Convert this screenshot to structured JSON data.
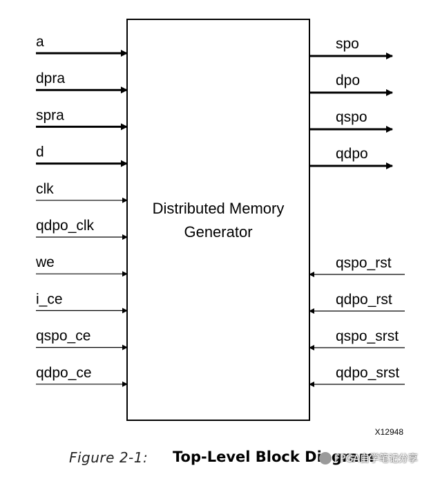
{
  "block": {
    "title_line1": "Distributed Memory",
    "title_line2": "Generator"
  },
  "inputs_left": [
    {
      "label": "a",
      "bus": true
    },
    {
      "label": "dpra",
      "bus": true
    },
    {
      "label": "spra",
      "bus": true
    },
    {
      "label": "d",
      "bus": true
    },
    {
      "label": "clk",
      "bus": false
    },
    {
      "label": "qdpo_clk",
      "bus": false
    },
    {
      "label": "we",
      "bus": false
    },
    {
      "label": "i_ce",
      "bus": false
    },
    {
      "label": "qspo_ce",
      "bus": false
    },
    {
      "label": "qdpo_ce",
      "bus": false
    }
  ],
  "outputs_right": [
    {
      "label": "spo",
      "bus": true
    },
    {
      "label": "dpo",
      "bus": true
    },
    {
      "label": "qspo",
      "bus": true
    },
    {
      "label": "qdpo",
      "bus": true
    }
  ],
  "inputs_right": [
    {
      "label": "qspo_rst",
      "bus": false
    },
    {
      "label": "qdpo_rst",
      "bus": false
    },
    {
      "label": "qspo_srst",
      "bus": false
    },
    {
      "label": "qdpo_srst",
      "bus": false
    }
  ],
  "figure_id": "X12948",
  "caption": {
    "number": "Figure 2-1:",
    "title": "Top-Level Block Diagram"
  },
  "watermark": {
    "text": "FPGA自学笔记分享"
  }
}
